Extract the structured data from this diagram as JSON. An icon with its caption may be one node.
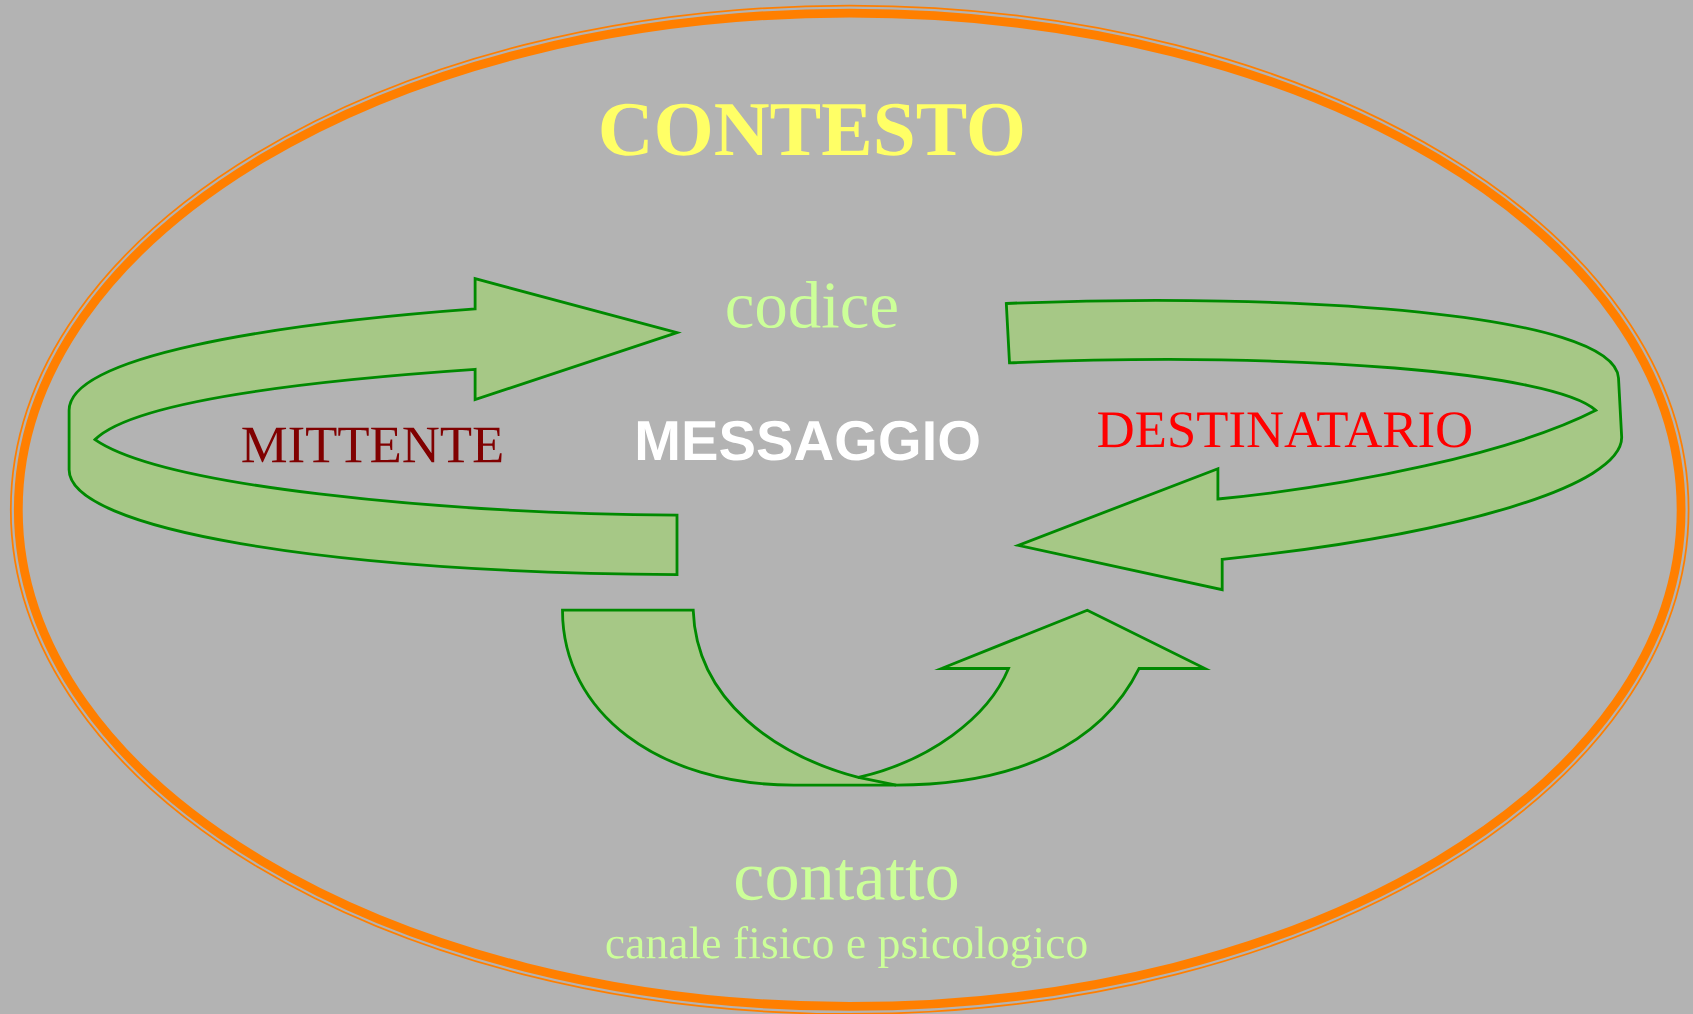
{
  "diagram": {
    "nodes": [
      {
        "text": [
          "CONTESTO"
        ]
      }
    ],
    "labels": [
      "codice",
      "MITTENTE",
      "MESSAGGIO",
      "DESTINATARIO",
      "contatto",
      "canale fisico e psicologico"
    ]
  }
}
